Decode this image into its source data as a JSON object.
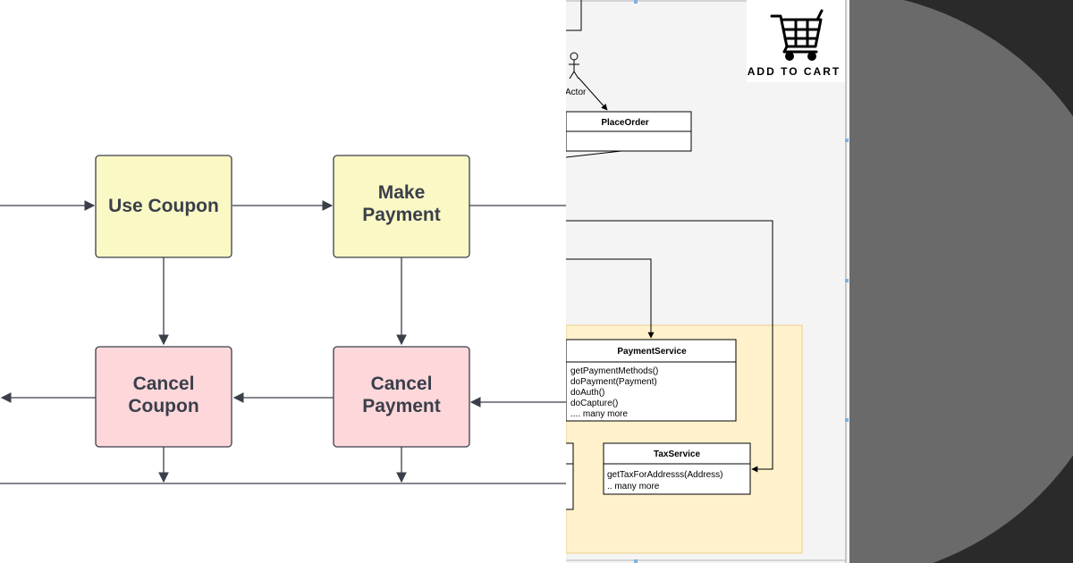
{
  "flowchart": {
    "use_coupon": "Use Coupon",
    "make_payment": [
      "Make",
      "Payment"
    ],
    "cancel_coupon": [
      "Cancel",
      "Coupon"
    ],
    "cancel_payment": [
      "Cancel",
      "Payment"
    ]
  },
  "uml": {
    "actor_label": "Actor",
    "place_order": "PlaceOrder",
    "payment_service": {
      "title": "PaymentService",
      "methods": [
        "getPaymentMethods()",
        "doPayment(Payment)",
        "doAuth()",
        "doCapture()",
        ".... many more"
      ]
    },
    "tax_service": {
      "title": "TaxService",
      "methods": [
        "getTaxForAddresss(Address)",
        ".. many more"
      ]
    }
  },
  "cart": {
    "label": "ADD TO CART"
  },
  "colors": {
    "flow_yellow": "#faf8c5",
    "flow_pink": "#fdd7da",
    "flow_stroke": "#3a3f4a",
    "uml_group": "#fff1cc",
    "right_bg": "#2a2a2a",
    "right_circle": "#6a6a6a"
  }
}
